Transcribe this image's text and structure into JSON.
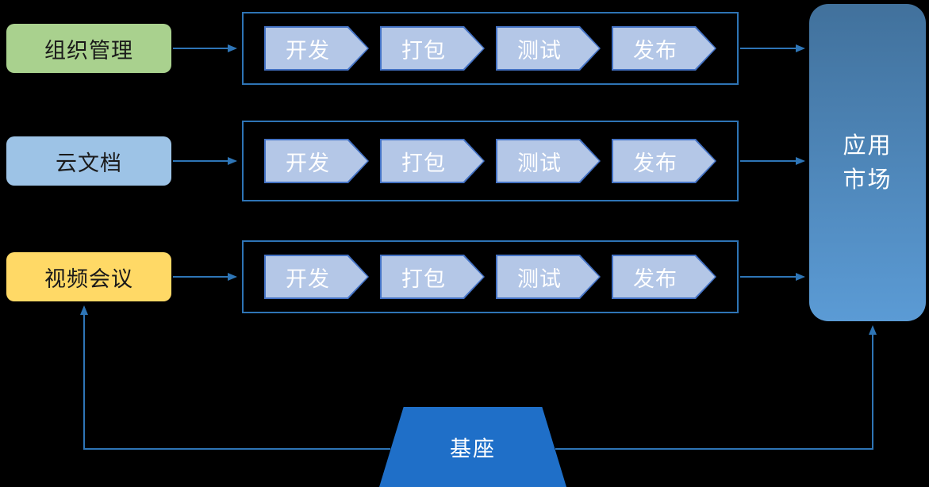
{
  "diagram": {
    "sources": [
      {
        "label": "组织管理"
      },
      {
        "label": "云文档"
      },
      {
        "label": "视频会议"
      }
    ],
    "stages": [
      "开发",
      "打包",
      "测试",
      "发布"
    ],
    "target": {
      "label": "应用市场",
      "lines": [
        "应用",
        "市场"
      ]
    },
    "base": {
      "label": "基座"
    }
  },
  "colors": {
    "background": "#000000",
    "source_fills": [
      "#A9D18E",
      "#9DC3E6",
      "#FFD966"
    ],
    "chevron_fill": "#B4C7E7",
    "chevron_border": "#4472C4",
    "row_border": "#2E74B5",
    "arrow": "#2E75B6",
    "target_top": "#41719C",
    "target_bottom": "#5B9BD5",
    "base_fill": "#1F6FC8"
  }
}
